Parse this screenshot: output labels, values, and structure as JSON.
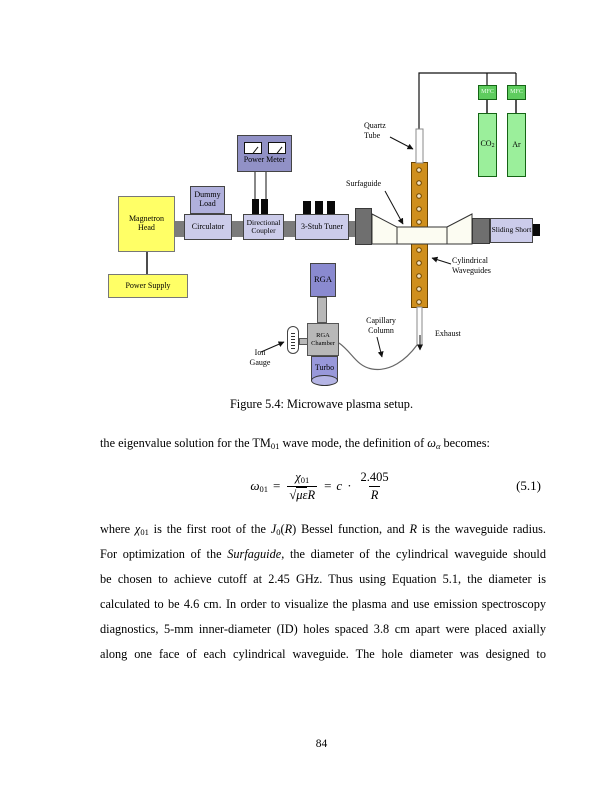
{
  "figure": {
    "caption": "Figure 5.4: Microwave plasma setup.",
    "components": {
      "magnetron_head": "Magnetron\nHead",
      "power_supply": "Power Supply",
      "circulator": "Circulator",
      "dummy_load": "Dummy\nLoad",
      "power_meter": "Power Meter",
      "directional_coupler": "Directional\nCoupler",
      "three_stub_tuner": "3-Stub Tuner",
      "sliding_short": "Sliding Short",
      "rga": "RGA",
      "rga_chamber": "RGA\nChamber",
      "turbo": "Turbo",
      "mfc1": "MFC",
      "mfc2": "MFC",
      "co2": "CO",
      "co2_sub": "2",
      "ar": "Ar"
    },
    "annotations": {
      "quartz_tube": "Quartz\nTube",
      "surfaguide": "Surfaguide",
      "cylindrical_waveguides": "Cylindrical\nWaveguides",
      "capillary_column": "Capillary\nColumn",
      "exhaust": "Exhaust",
      "ion_gauge": "Ion\nGauge"
    },
    "colors": {
      "yellow_boxes": "#ffff66",
      "light_purple_boxes": "#ccccea",
      "medium_purple_power_meter": "#9191c6",
      "dummy_load_purple": "#b0b0dc",
      "rga_purple": "#8a8ad0",
      "turbo_purple": "#9898da",
      "gas_green_cylinders": "#9bef9b",
      "gas_green_mfc": "#5ecc5e",
      "waveguide_orange": "#cf8f1d",
      "connector_gray": "#7b7b7b",
      "chamber_gray": "#b8b8b8"
    }
  },
  "equation": {
    "omega": "ω",
    "omega_sub": "01",
    "equals": "=",
    "chi": "χ",
    "chi_sub": "01",
    "sqrt": "√",
    "mu_eps": "με",
    "radius": "R",
    "equals2": "=",
    "c": "c",
    "cdot": "·",
    "constant": "2.405",
    "radius2": "R",
    "number": "(5.1)"
  },
  "text": {
    "intro_runs": [
      {
        "t": "the eigenvalue solution for the TM"
      },
      {
        "t": "01",
        "s": "sb"
      },
      {
        "t": " wave mode, the definition of "
      },
      {
        "t": "ω",
        "s": "i"
      },
      {
        "t": "α",
        "s": "si"
      },
      {
        "t": " becomes:"
      }
    ],
    "para_lines": [
      [
        {
          "t": "where "
        },
        {
          "t": "χ",
          "s": "i"
        },
        {
          "t": "01",
          "s": "sb"
        },
        {
          "t": " is the first root of the "
        },
        {
          "t": "J",
          "s": "i"
        },
        {
          "t": "0",
          "s": "sb"
        },
        {
          "t": "("
        },
        {
          "t": "R",
          "s": "i"
        },
        {
          "t": ") Bessel function, and "
        },
        {
          "t": "R",
          "s": "i"
        },
        {
          "t": " is the waveguide radius."
        }
      ],
      [
        {
          "t": "For optimization of the "
        },
        {
          "t": "Surfaguide",
          "s": "i"
        },
        {
          "t": ", the diameter of the cylindrical waveguide should"
        }
      ],
      [
        {
          "t": "be chosen to achieve cutoff at 2.45 GHz. Thus using Equation 5.1, the diameter is"
        }
      ],
      [
        {
          "t": "calculated to be 4.6 cm. In order to visualize the plasma and use emission spectroscopy"
        }
      ],
      [
        {
          "t": "diagnostics, 5-mm inner-diameter (ID) holes spaced 3.8 cm apart were placed axially"
        }
      ],
      [
        {
          "t": "along one face of each cylindrical waveguide. The hole diameter was designed to"
        }
      ]
    ]
  },
  "page_number": "84"
}
